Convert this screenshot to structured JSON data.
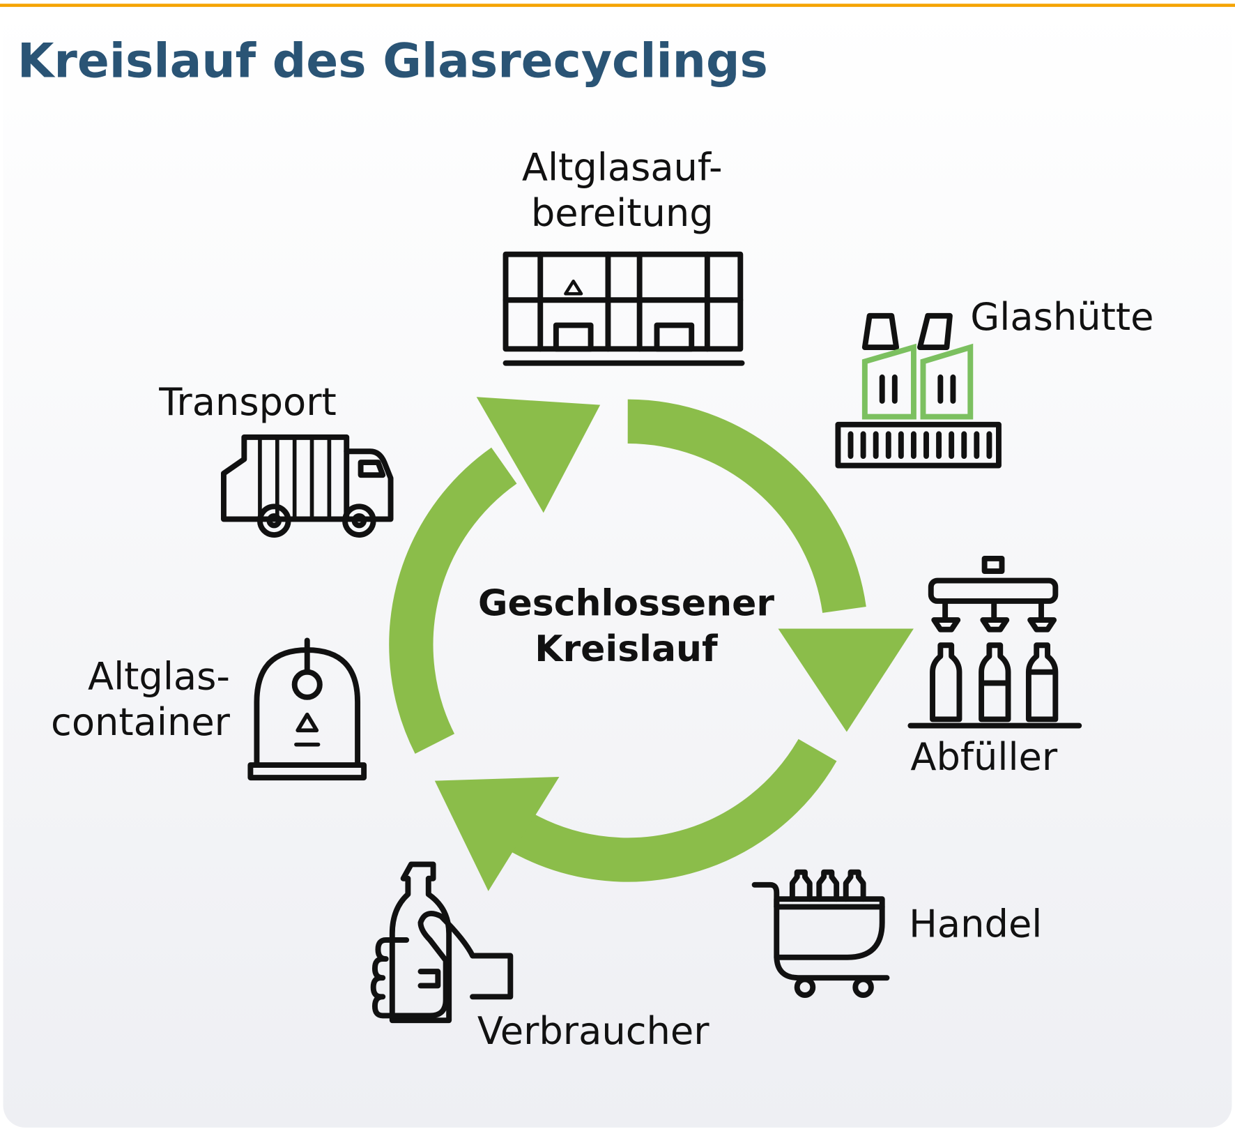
{
  "title": "Kreislauf des Glasrecyclings",
  "center_label": [
    "Geschlossener",
    "Kreislauf"
  ],
  "stages": {
    "altglasaufbereitung": [
      "Altglasauf-",
      "bereitung"
    ],
    "glashuette": "Glashütte",
    "abfueller": "Abfüller",
    "handel": "Handel",
    "verbraucher": "Verbraucher",
    "altglascontainer": [
      "Altglas-",
      "container"
    ],
    "transport": "Transport"
  },
  "colors": {
    "accent_line": "#f5a300",
    "title": "#2a5475",
    "arrow": "#8bbd4a",
    "factory_green": "#7cc060"
  }
}
